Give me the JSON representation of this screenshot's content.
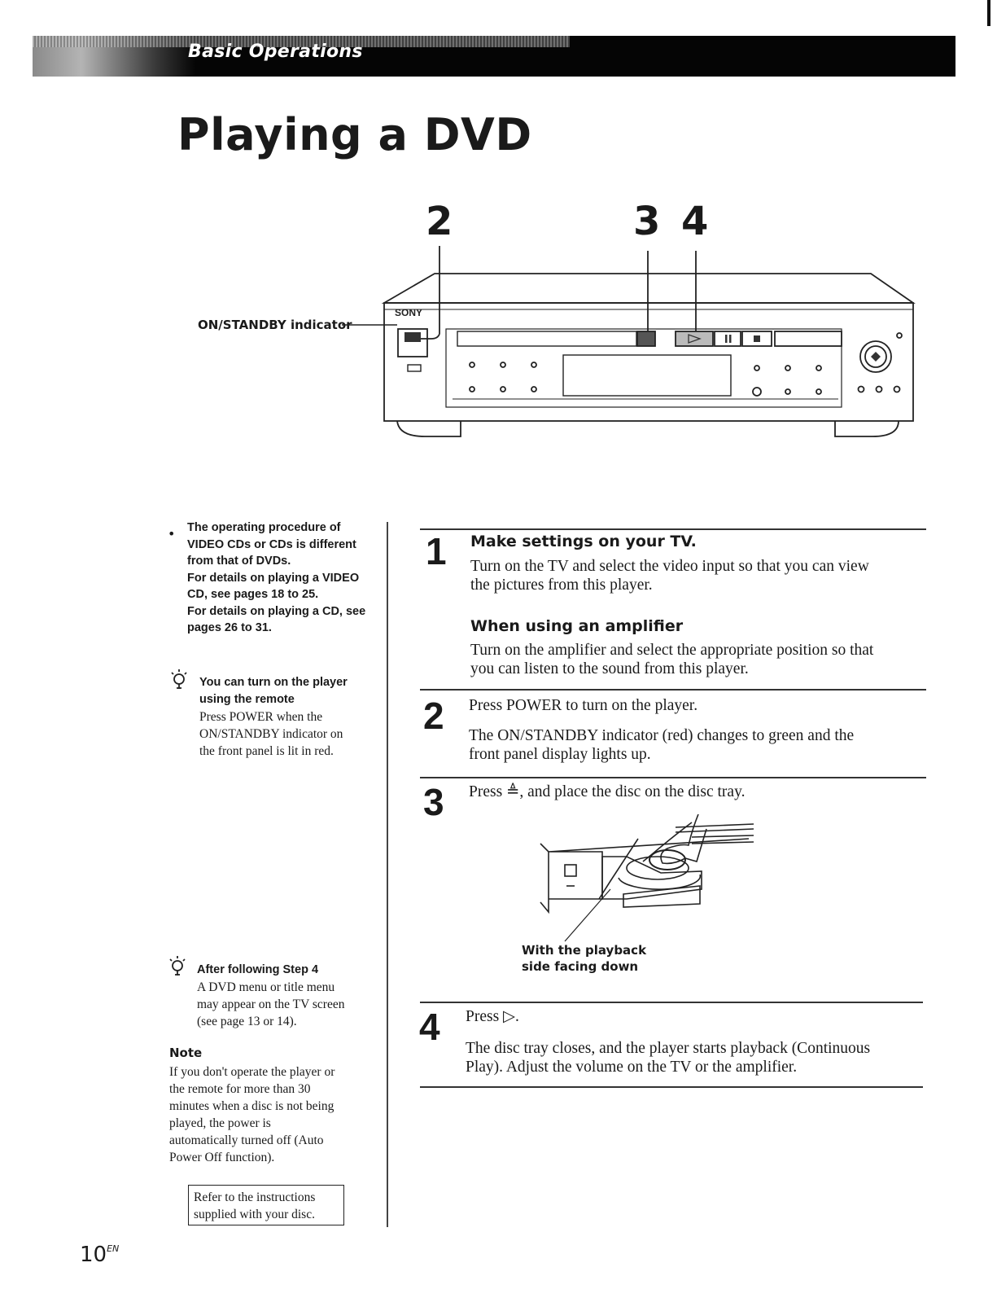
{
  "header": {
    "section": "Basic Operations"
  },
  "page": {
    "title": "Playing a DVD",
    "number": "10",
    "number_suffix": "EN"
  },
  "figure": {
    "callouts": [
      "2",
      "3",
      "4"
    ],
    "brand": "SONY",
    "onstandby_label": "ON/STANDBY indicator"
  },
  "sidebar": {
    "bullet_lines": [
      "The operating procedure of",
      "VIDEO CDs or CDs is different",
      "from that of DVDs.",
      "For details on playing a VIDEO",
      "CD, see pages 18 to 25.",
      "For details on playing a CD, see",
      "pages 26 to 31."
    ],
    "hint1": {
      "title_lines": [
        "You can turn on the player",
        "using the remote"
      ],
      "body_lines": [
        "Press POWER when the",
        "ON/STANDBY indicator on",
        "the front panel is lit in red."
      ]
    },
    "hint2": {
      "title": "After following Step 4",
      "body_lines": [
        "A DVD menu or title menu",
        "may appear on the TV screen",
        "(see page 13 or 14)."
      ]
    },
    "note": {
      "heading": "Note",
      "body_lines": [
        "If you don't operate the player or",
        "the remote for more than 30",
        "minutes when a disc is not being",
        "played, the power is",
        "automatically turned off (Auto",
        "Power Off function)."
      ]
    },
    "refer_lines": [
      "Refer to the instructions",
      "supplied with your disc."
    ]
  },
  "steps": [
    {
      "num": "1",
      "heading": "Make settings on your TV.",
      "body_lines": [
        "Turn on the TV and select the video input so that you can view",
        "the pictures from this player."
      ],
      "sub_heading": "When using an amplifier",
      "sub_body_lines": [
        "Turn on the amplifier and select the appropriate position so that",
        "you can listen to the sound from this player."
      ]
    },
    {
      "num": "2",
      "line1": "Press POWER to turn on the player.",
      "body_lines": [
        "The ON/STANDBY indicator (red) changes to green and the",
        "front panel display lights up."
      ]
    },
    {
      "num": "3",
      "line1": "Press ≜, and place the disc on the disc tray.",
      "caption_lines": [
        "With the playback",
        "side facing down"
      ]
    },
    {
      "num": "4",
      "line1": "Press ▷.",
      "body_lines": [
        "The disc tray closes, and the player starts playback (Continuous",
        "Play).  Adjust the volume on the TV or the amplifier."
      ]
    }
  ]
}
